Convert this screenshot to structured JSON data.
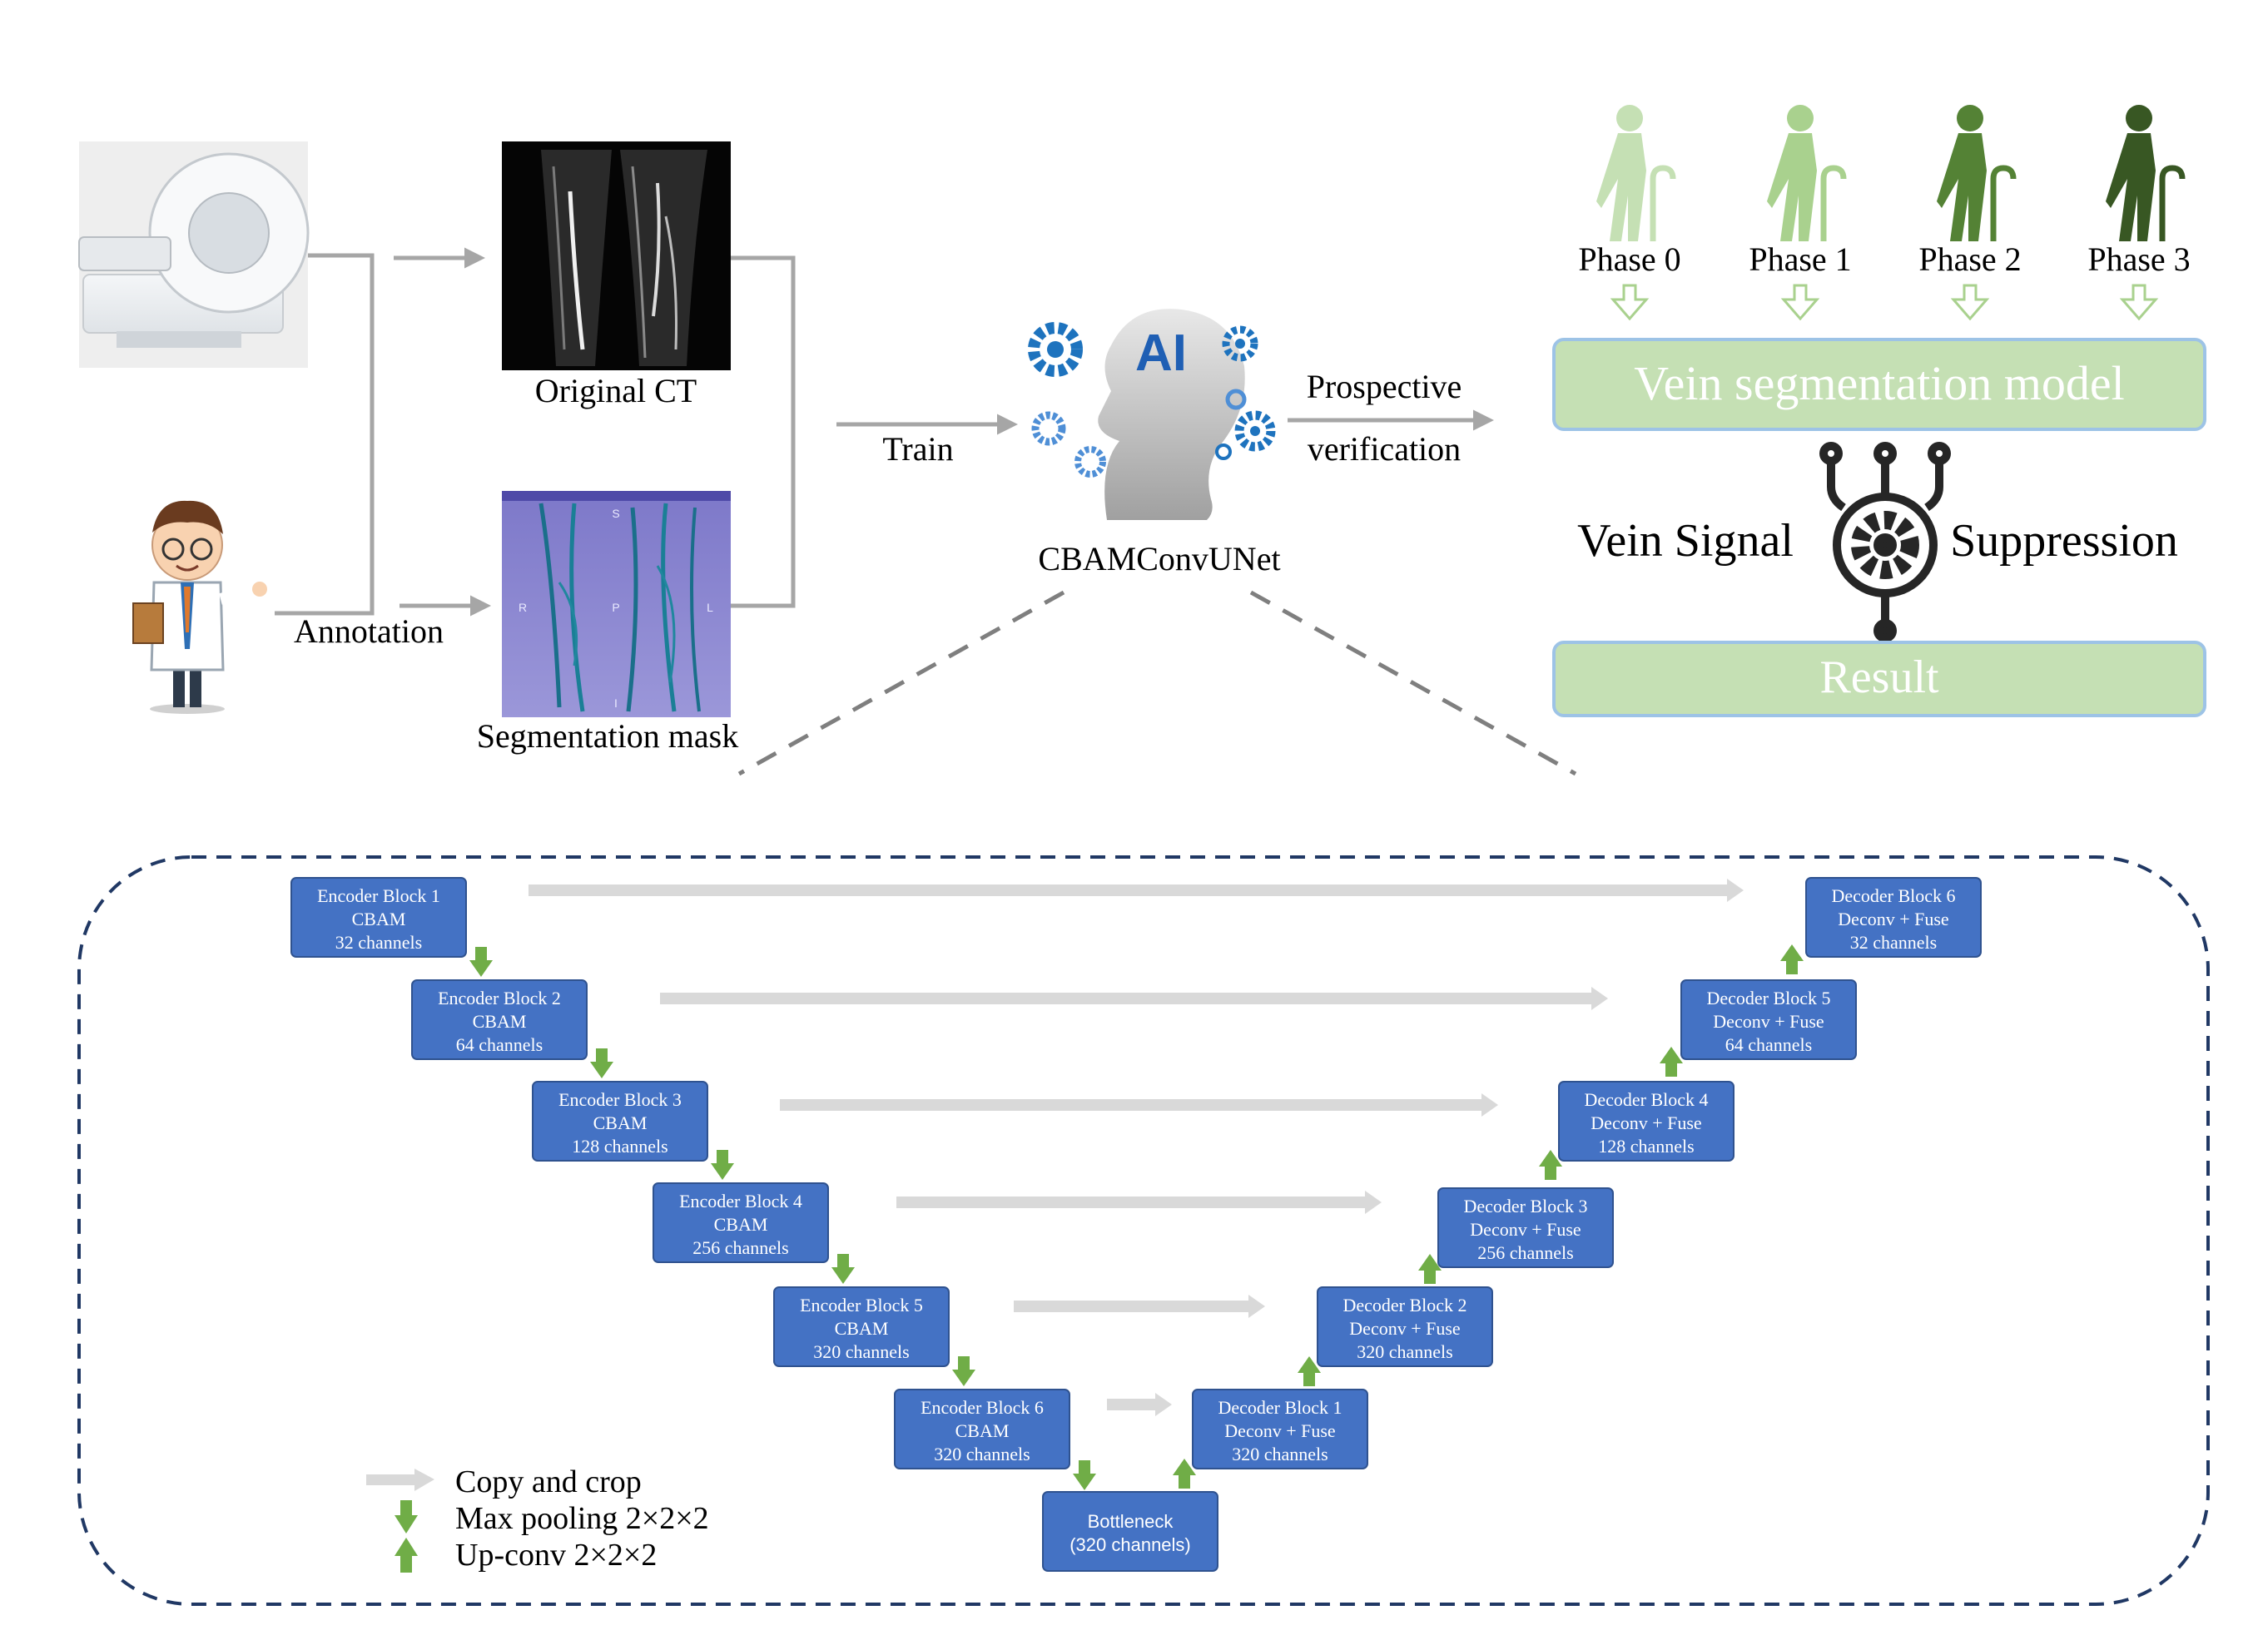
{
  "pipeline": {
    "original_ct_label": "Original CT",
    "segmentation_mask_label": "Segmentation mask",
    "annotation_label": "Annotation",
    "train_label": "Train",
    "prospective_label_line1": "Prospective",
    "prospective_label_line2": "verification",
    "model_label": "CBAMConvUNet",
    "ai_badge": "AI",
    "mask_axis_letters": [
      "S",
      "R",
      "P",
      "L",
      "I"
    ]
  },
  "phases": [
    {
      "label": "Phase 0",
      "color": "#c5e0b4"
    },
    {
      "label": "Phase 1",
      "color": "#a9d18e"
    },
    {
      "label": "Phase 2",
      "color": "#548235"
    },
    {
      "label": "Phase 3",
      "color": "#385723"
    }
  ],
  "right_panel": {
    "vein_model_label": "Vein segmentation model",
    "vein_signal_label": "Vein Signal",
    "suppression_label": "Suppression",
    "result_label": "Result"
  },
  "encoder_blocks": [
    {
      "title": "Encoder Block 1",
      "sub": "CBAM",
      "channels": "32 channels"
    },
    {
      "title": "Encoder Block 2",
      "sub": "CBAM",
      "channels": "64 channels"
    },
    {
      "title": "Encoder Block 3",
      "sub": "CBAM",
      "channels": "128 channels"
    },
    {
      "title": "Encoder Block 4",
      "sub": "CBAM",
      "channels": "256 channels"
    },
    {
      "title": "Encoder Block 5",
      "sub": "CBAM",
      "channels": "320 channels"
    },
    {
      "title": "Encoder Block 6",
      "sub": "CBAM",
      "channels": "320 channels"
    }
  ],
  "decoder_blocks": [
    {
      "title": "Decoder Block 6",
      "sub": "Deconv + Fuse",
      "channels": "32 channels"
    },
    {
      "title": "Decoder Block 5",
      "sub": "Deconv + Fuse",
      "channels": "64 channels"
    },
    {
      "title": "Decoder Block 4",
      "sub": "Deconv + Fuse",
      "channels": "128 channels"
    },
    {
      "title": "Decoder Block 3",
      "sub": "Deconv + Fuse",
      "channels": "256 channels"
    },
    {
      "title": "Decoder Block 2",
      "sub": "Deconv + Fuse",
      "channels": "320 channels"
    },
    {
      "title": "Decoder Block 1",
      "sub": "Deconv + Fuse",
      "channels": "320 channels"
    }
  ],
  "bottleneck": {
    "title": "Bottleneck",
    "channels": "(320 channels)"
  },
  "legend": [
    {
      "label": "Copy and crop",
      "icon": "gray-right-arrow"
    },
    {
      "label": "Max pooling 2×2×2",
      "icon": "green-down-arrow"
    },
    {
      "label": "Up-conv 2×2×2",
      "icon": "green-up-arrow"
    }
  ],
  "colors": {
    "block_fill": "#4472c4",
    "block_stroke": "#2f528f",
    "green_arrow": "#70ad47",
    "gray_arrow": "#d9d9d9",
    "panel_fill": "#c5e0b4",
    "panel_stroke": "#9dc3e6",
    "dashed_border": "#203864"
  }
}
